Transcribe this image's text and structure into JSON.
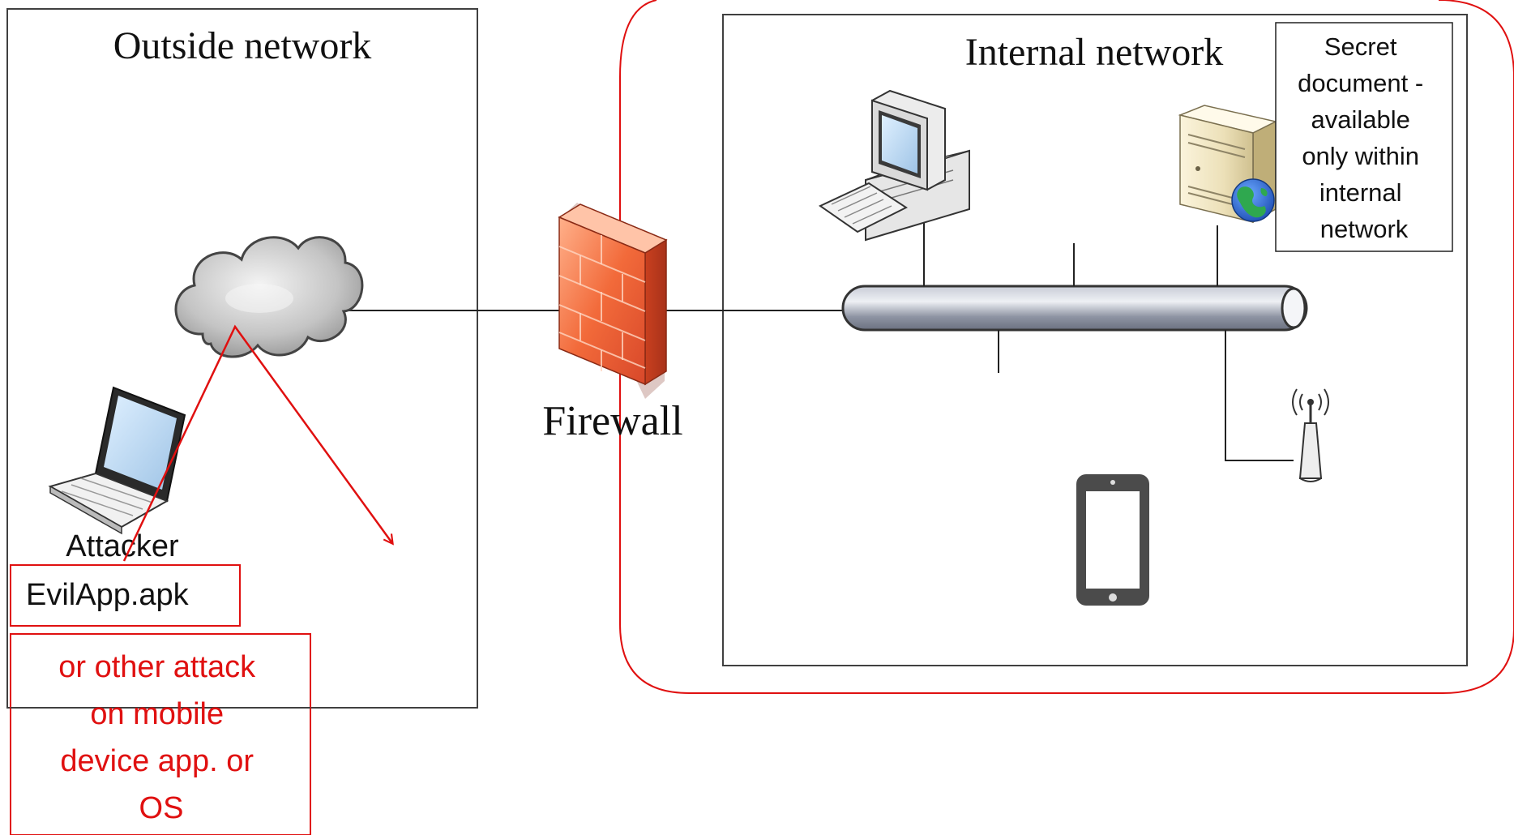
{
  "zones": {
    "outside_title": "Outside network",
    "internal_title": "Internal network"
  },
  "firewall": {
    "label": "Firewall"
  },
  "attacker": {
    "label": "Attacker"
  },
  "callouts": {
    "secret_doc": [
      "Secret",
      "document -",
      "available",
      "only within",
      "internal",
      "network"
    ],
    "evil_app": "EvilApp.apk",
    "other_attack": [
      "or other attack",
      "on mobile",
      "device app. or",
      "OS"
    ]
  },
  "colors": {
    "attack_red": "#e01010",
    "border": "#404040",
    "firewall_brick": "#f06a3a",
    "pipe": "#9aa0ad"
  },
  "icons": [
    "cloud-icon",
    "laptop-icon",
    "firewall-icon",
    "desktop-computer-icon",
    "server-icon",
    "globe-icon",
    "network-pipe-icon",
    "wireless-access-point-icon",
    "tablet-icon"
  ]
}
